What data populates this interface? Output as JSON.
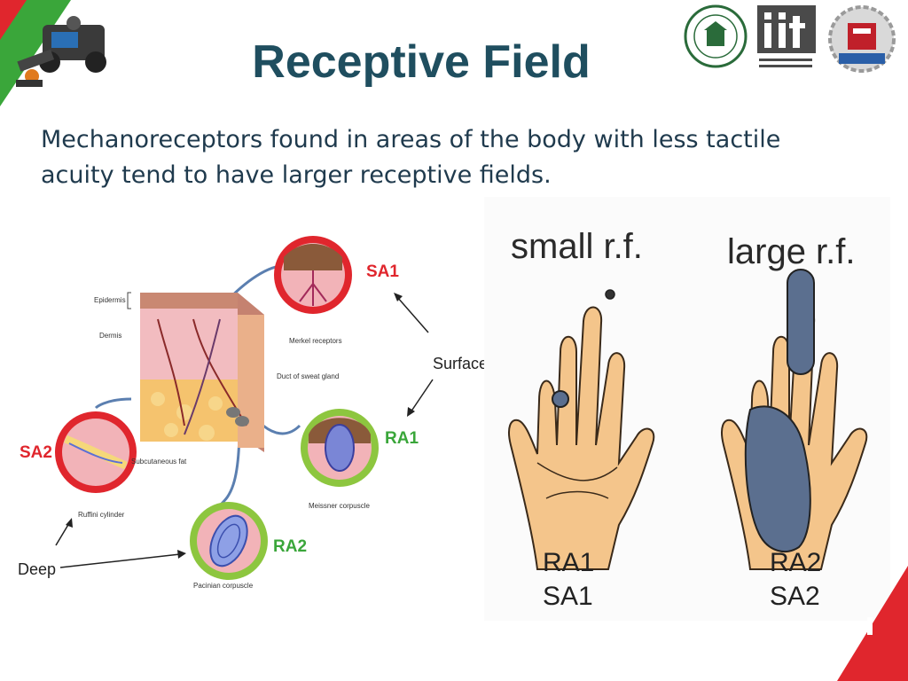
{
  "slide": {
    "title": "Receptive Field",
    "body": "Mechanoreceptors found in areas of the body with less tactile acuity tend to have larger receptive fields."
  },
  "left_figure": {
    "labels": {
      "epidermis": "Epidermis",
      "dermis": "Dermis",
      "subcutaneous": "Subcutaneous fat",
      "duct": "Duct of sweat gland",
      "merkel": "Merkel receptors",
      "meissner": "Meissner corpuscle",
      "ruffini": "Ruffini cylinder",
      "pacinian": "Pacinian corpuscle",
      "sa1": "SA1",
      "sa2": "SA2",
      "ra1": "RA1",
      "ra2": "RA2",
      "surface": "Surface",
      "deep": "Deep"
    }
  },
  "right_figure": {
    "small_title": "small r.f.",
    "large_title": "large r.f.",
    "small_types": [
      "RA1",
      "SA1"
    ],
    "large_types": [
      "RA2",
      "SA2"
    ]
  },
  "colors": {
    "title": "#1f4e5f",
    "accent_red": "#e0262d",
    "accent_green": "#8dc63f",
    "field_blue": "#5b6f8f"
  }
}
